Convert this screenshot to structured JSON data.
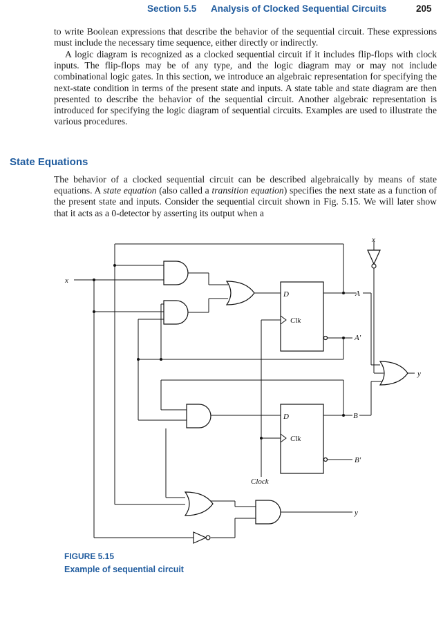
{
  "header": {
    "section": "Section 5.5",
    "title": "Analysis of Clocked Sequential Circuits",
    "page": "205"
  },
  "paragraphs": {
    "p1": "to write Boolean expressions that describe the behavior of the sequential circuit. These expressions must include the necessary time sequence, either directly or indirectly.",
    "p2": "A logic diagram is recognized as a clocked sequential circuit if it includes flip-flops with clock inputs. The flip-flops may be of any type, and the logic diagram may or may not include combinational logic gates. In this section, we introduce an algebraic representation for specifying the next-state condition in terms of the present state and inputs. A state table and state diagram are then presented to describe the behavior of the sequential circuit. Another algebraic representation is introduced for specifying the logic diagram of sequential circuits. Examples are used to illustrate the various procedures."
  },
  "section": {
    "title": "State Equations",
    "p3_a": "The behavior of a clocked sequential circuit can be described algebraically by means of state equations. A ",
    "p3_em1": "state equation",
    "p3_b": " (also called a ",
    "p3_em2": "transition equation",
    "p3_c": ") specifies the next state as a function of the present state and inputs. Consider the sequential circuit shown in Fig. 5.15. We will later show that it acts as a 0-detector by asserting its output when a"
  },
  "figure": {
    "labels": {
      "x_left": "x",
      "x_top": "x",
      "D1": "D",
      "Clk1": "Clk",
      "A": "A",
      "A_prime": "A'",
      "D2": "D",
      "Clk2": "Clk",
      "B": "B",
      "B_prime": "B'",
      "Clock": "Clock",
      "y_right": "y",
      "y_bottom": "y"
    },
    "caption_label": "FIGURE 5.15",
    "caption_text": "Example of sequential circuit"
  }
}
